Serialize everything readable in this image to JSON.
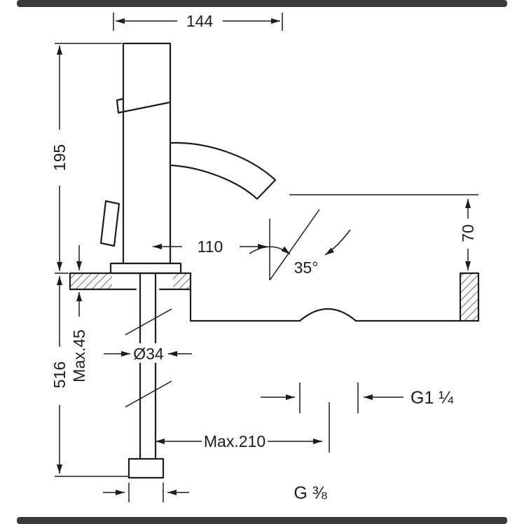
{
  "drawing": {
    "subject": "single-lever basin mixer tap – side elevation installation drawing",
    "colors": {
      "line": "#1c1c1c",
      "frame_bar": "#3b3b3b",
      "background": "#ffffff"
    },
    "dimension_labels": {
      "spout_depth": "144",
      "height_above_deck": "195",
      "height_below_deck": "516",
      "deck_thickness_max": "Max.45",
      "spout_reach": "110",
      "spout_angle": "35°",
      "outlet_height": "70",
      "hole_diameter": "Ø34",
      "waste_thread": "G1 ¼",
      "max_below_reach": "Max.210",
      "inlet_thread": "G ⅜"
    }
  }
}
